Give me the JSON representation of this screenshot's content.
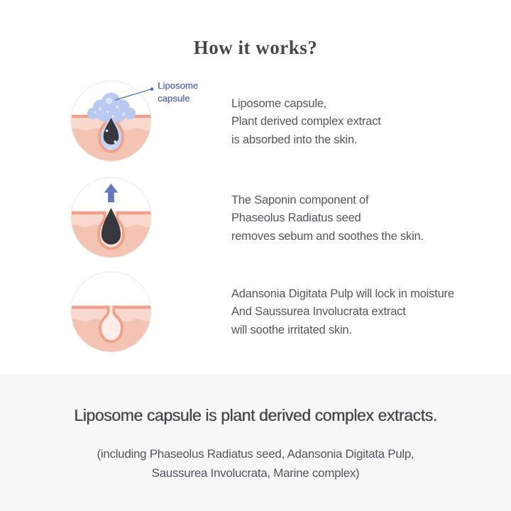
{
  "title": "How it works?",
  "steps": [
    {
      "icon": "pore-liposome-absorption-illustration",
      "label_line1": "Liposome",
      "label_line2": "capsule",
      "lines": [
        "Liposome capsule,",
        "Plant derived complex extract",
        "is absorbed into the skin."
      ]
    },
    {
      "icon": "pore-sebum-removal-illustration",
      "lines": [
        "The Saponin component of",
        "Phaseolus Radiatus seed",
        "removes sebum and soothes the skin."
      ]
    },
    {
      "icon": "clean-pore-illustration",
      "lines": [
        "Adansonia Digitata Pulp will lock in moisture",
        "And Saussurea Involucrata extract",
        "will soothe irritated skin."
      ]
    }
  ],
  "footer": {
    "heading": "Liposome capsule is plant derived complex extracts.",
    "sub_line1": "(including Phaseolus Radiatus seed, Adansonia Digitata Pulp,",
    "sub_line2": "Saussurea Involucrata, Marine complex)"
  },
  "colors": {
    "page_bg": "#ffffff",
    "panel_bg": "#f7f7f7",
    "title_text": "#46464c",
    "body_text": "#55565a",
    "label_blue": "#5569b0",
    "arrow_blue": "#6478bb",
    "bubble": "#b9c9f0",
    "bubble_dot": "#dce5f8",
    "sebum": "#37373d",
    "skin_line": "#efa28b",
    "skin_light": "#f9d9ce",
    "skin_main": "#f3c3b3",
    "pore_blue": "#c6d4f3",
    "pore_pink": "#fbdfd8",
    "pore_pink_light": "#fdece7",
    "circle_border": "#eaeaea"
  }
}
